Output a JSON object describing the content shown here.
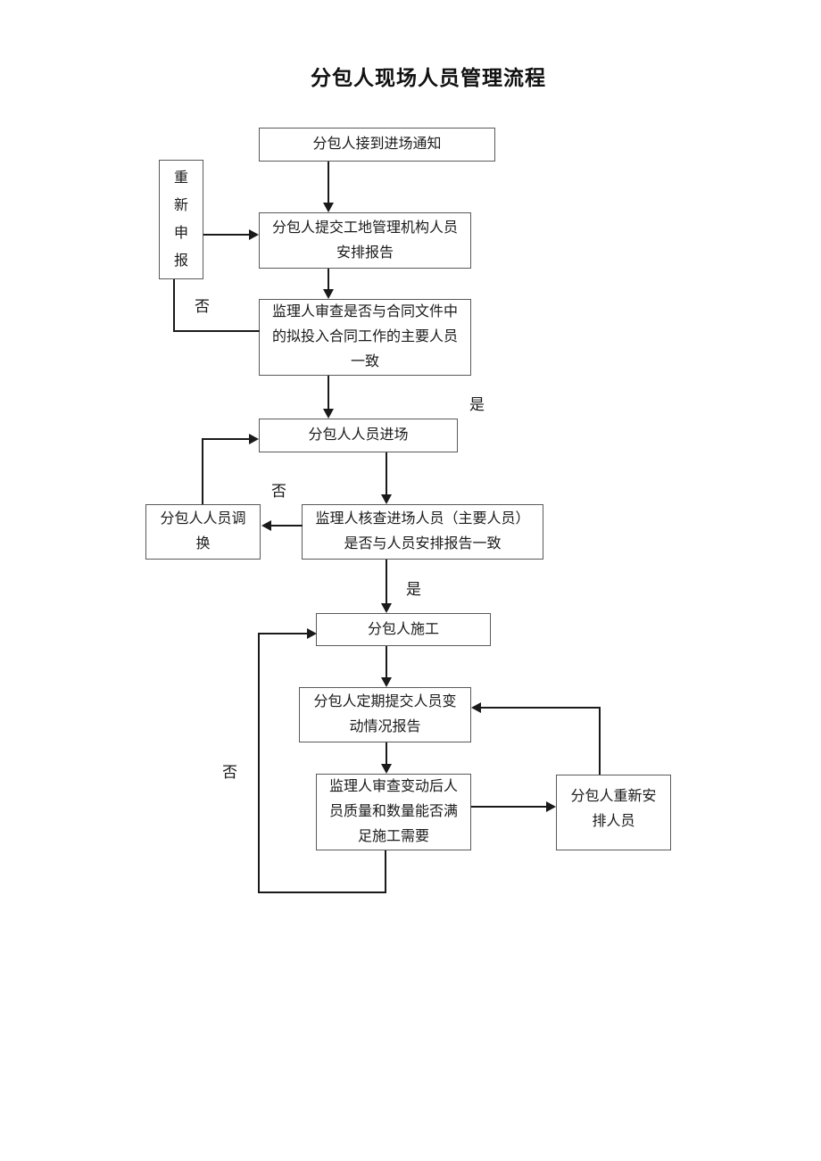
{
  "page": {
    "title": "分包人现场人员管理流程"
  },
  "nodes": {
    "notice": {
      "label": "分包人接到进场通知",
      "lines": [
        "分包人接到进场通知"
      ]
    },
    "reapply": {
      "label": "重新申报",
      "lines": [
        "重",
        "新",
        "申",
        "报"
      ]
    },
    "submit": {
      "label": "分包人提交工地管理机构人员安排报告",
      "lines": [
        "分包人提交工地管理机构人员",
        "安排报告"
      ]
    },
    "review1": {
      "label": "监理人审查是否与合同文件中的拟投入合同工作的主要人员一致",
      "lines": [
        "监理人审查是否与合同文件中",
        "的拟投入合同工作的主要人员",
        "一致"
      ]
    },
    "enter": {
      "label": "分包人人员进场",
      "lines": [
        "分包人人员进场"
      ]
    },
    "swap": {
      "label": "分包人人员调换",
      "lines": [
        "分包人人员调",
        "换"
      ]
    },
    "verify": {
      "label": "监理人核查进场人员（主要人员）是否与人员安排报告一致",
      "lines": [
        "监理人核查进场人员（主要人员）",
        "是否与人员安排报告一致"
      ]
    },
    "construct": {
      "label": "分包人施工",
      "lines": [
        "分包人施工"
      ]
    },
    "report": {
      "label": "分包人定期提交人员变动情况报告",
      "lines": [
        "分包人定期提交人员变",
        "动情况报告"
      ]
    },
    "review2": {
      "label": "监理人审查变动后人员质量和数量能否满足施工需要",
      "lines": [
        "监理人审查变动后人",
        "员质量和数量能否满",
        "足施工需要"
      ]
    },
    "rearrange": {
      "label": "分包人重新安排人员",
      "lines": [
        "分包人重新安",
        "排人员"
      ]
    }
  },
  "edge_labels": {
    "review_contract_yes": "是",
    "review_contract_no": "否",
    "verify_no": "否",
    "verify_yes": "是",
    "review_change_no": "否"
  },
  "colors": {
    "line": "#1a1a1a",
    "box_border": "#595959",
    "text": "#1a1a1a",
    "page_background": "#ffffff"
  }
}
